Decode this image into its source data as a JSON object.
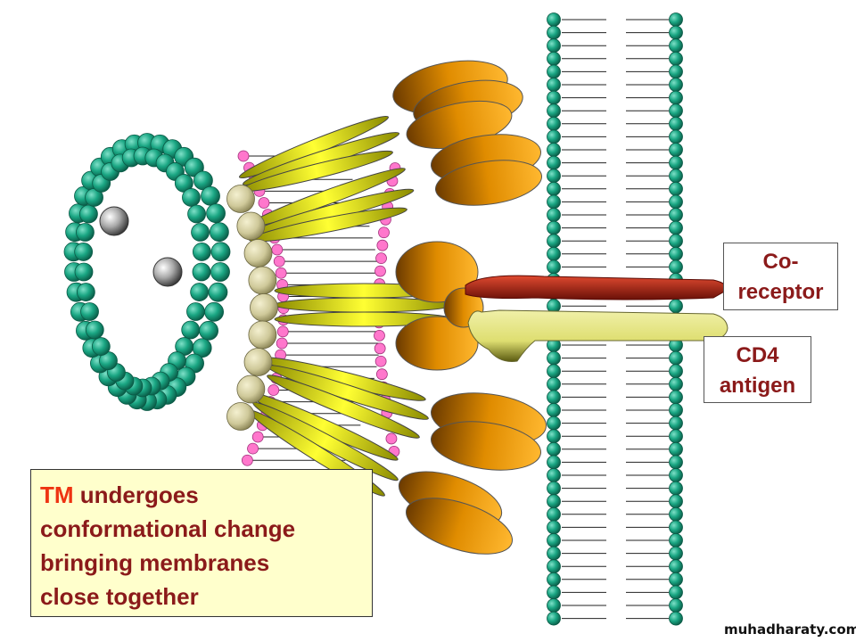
{
  "labels": {
    "coreceptor_line1": "Co-",
    "coreceptor_line2": "receptor",
    "cd4_line1": "CD4",
    "cd4_line2": "antigen"
  },
  "caption": {
    "highlight": "TM",
    "line1_rest": " undergoes",
    "line2": "conformational change",
    "line3": "bringing membranes",
    "line4": "close together"
  },
  "watermark": "muhadharaty.com",
  "colors": {
    "lipid_head": "#1aa683",
    "core_protein": "#148a6e",
    "gp41_helix": "#e6e600",
    "gp120_lobe": "#d98a00",
    "coreceptor": "#c0281a",
    "cd4": "#e8e88a",
    "pink_bead": "#ff77cc",
    "matrix_bead": "#cfc99a",
    "text_dark_red": "#8b1a1a",
    "text_highlight": "#ee3311",
    "caption_bg": "#ffffcc"
  }
}
